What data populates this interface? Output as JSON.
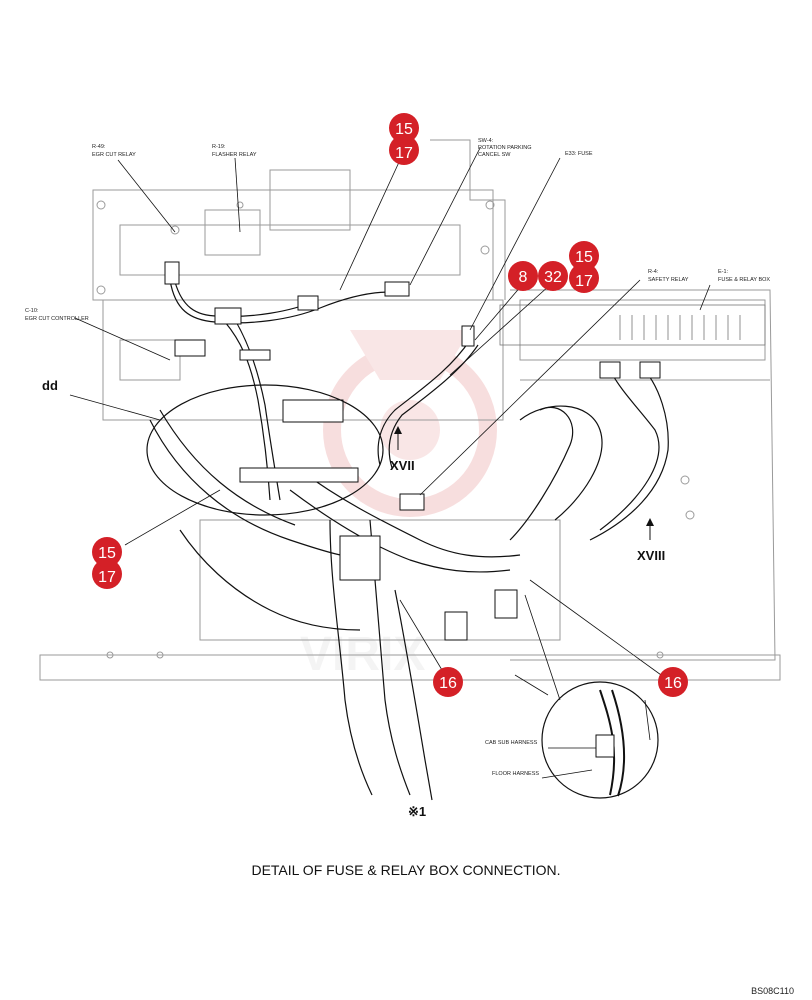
{
  "labels": {
    "egr_relay": [
      "R-49:",
      "EGR CUT RELAY"
    ],
    "flasher_relay": [
      "R-19:",
      "FLASHER RELAY"
    ],
    "rotation_sw": [
      "SW-4:",
      "ROTATION PARKING",
      "CANCEL SW"
    ],
    "fuse_e33": [
      "E33: FUSE"
    ],
    "safety_relay": [
      "R-4:",
      "SAFETY RELAY"
    ],
    "fuse_box": [
      "E-1:",
      "FUSE & RELAY BOX"
    ],
    "egr_controller": [
      "C-10:",
      "EGR CUT CONTROLLER"
    ],
    "cab_sub_harness": "CAB SUB HARNESS",
    "floor_harness": "FLOOR HARNESS"
  },
  "callouts": {
    "dd": "dd",
    "view_xvii": "XVII",
    "view_xviii": "XVIII",
    "note": "※1"
  },
  "refs": {
    "a15": "15",
    "a17": "17",
    "b8": "8",
    "b32": "32",
    "b15": "15",
    "b17": "17",
    "c15": "15",
    "c17": "17",
    "d16": "16",
    "e16": "16"
  },
  "colors": {
    "ref_marker": "#d42027",
    "line": "#111111",
    "watermark": "#f2c4c4"
  },
  "caption": "DETAIL OF FUSE & RELAY BOX CONNECTION.",
  "drawing_code": "BS08C110"
}
